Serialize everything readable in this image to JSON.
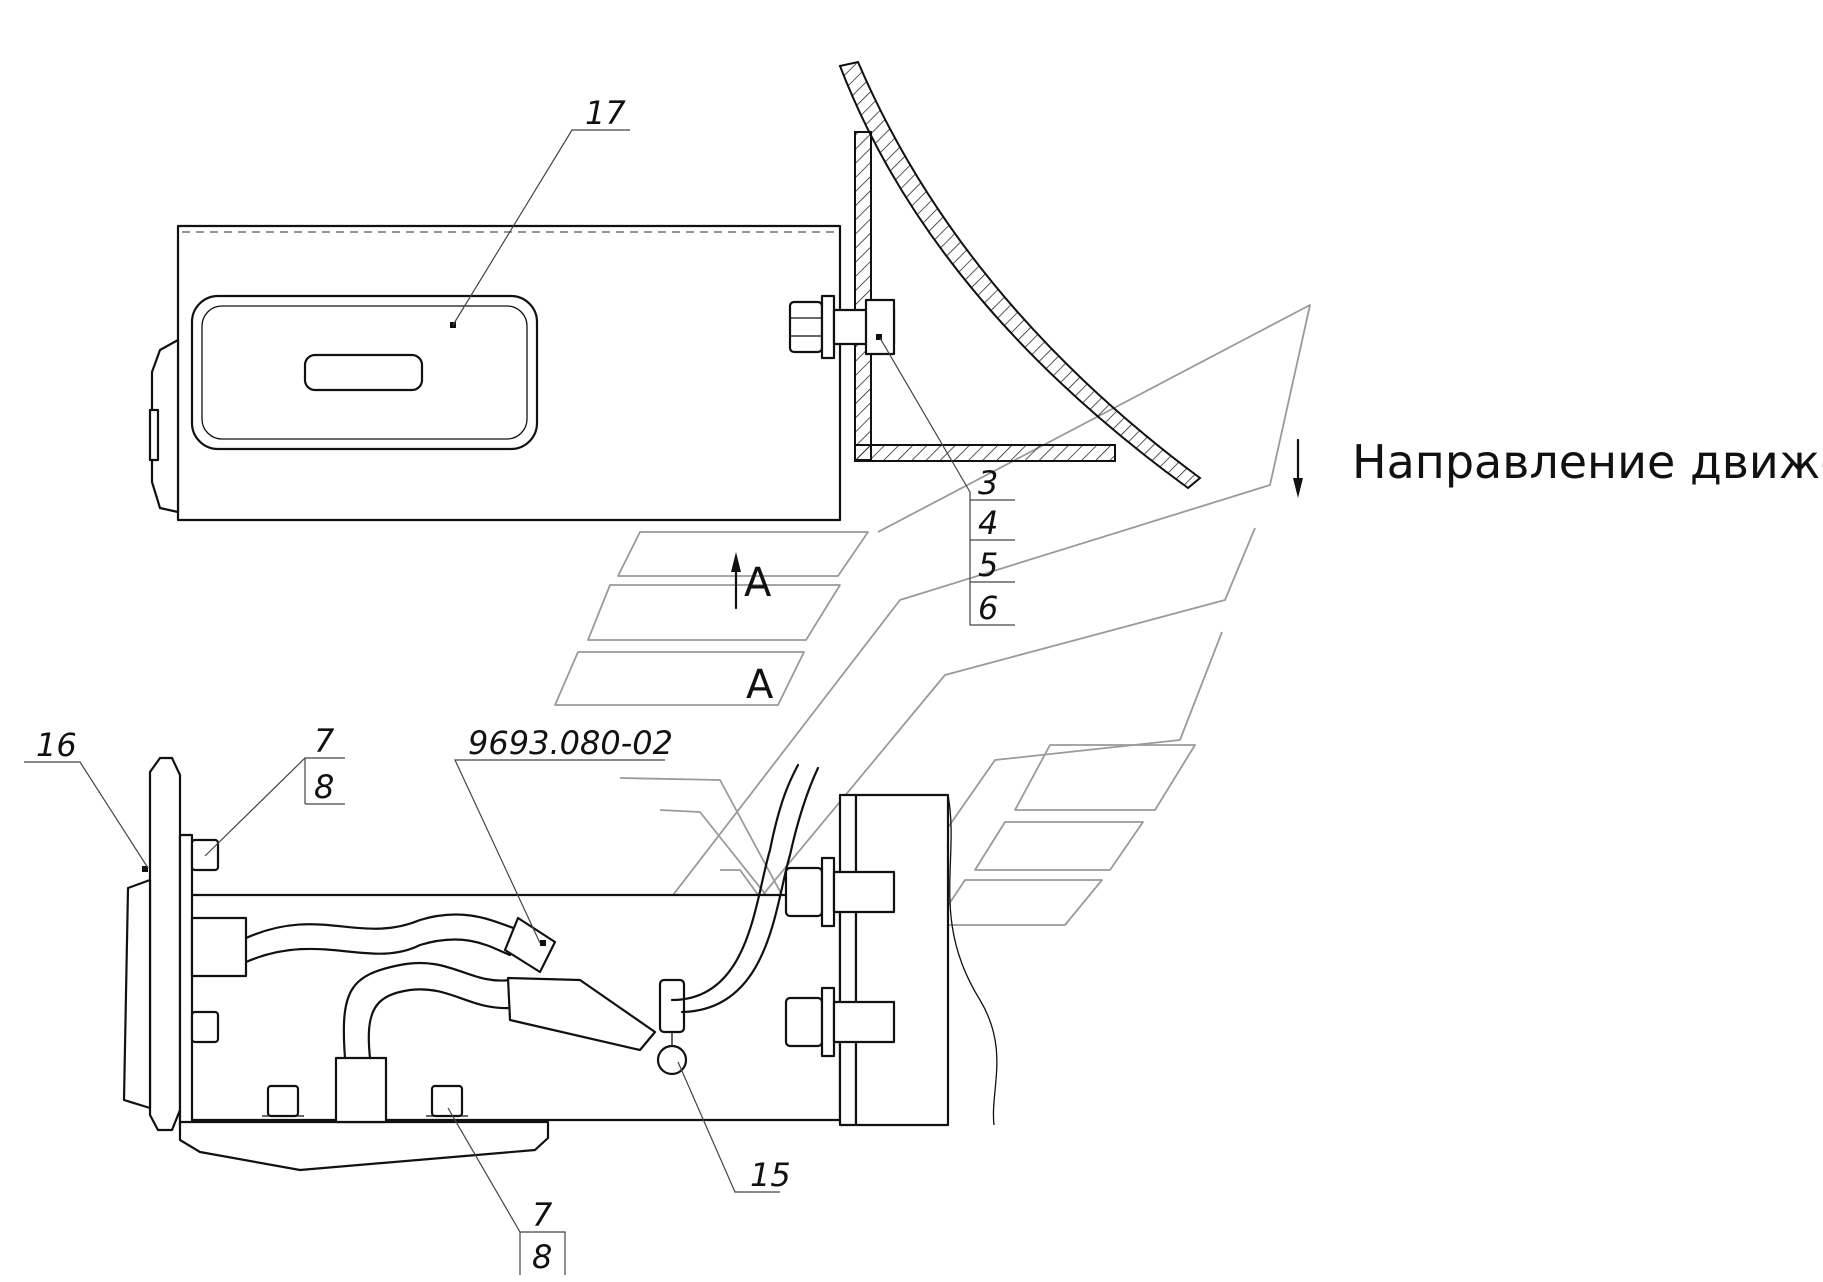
{
  "direction_label": "Направление движения",
  "view_labels": [
    "A",
    "A"
  ],
  "part_labels": {
    "p17": "17",
    "p3": "3",
    "p4": "4",
    "p5": "5",
    "p6": "6",
    "p16": "16",
    "p7_top": "7",
    "p8_top": "8",
    "p9693": "9693.080-02",
    "p15": "15",
    "p7_bottom": "7",
    "p8_bottom": "8"
  }
}
